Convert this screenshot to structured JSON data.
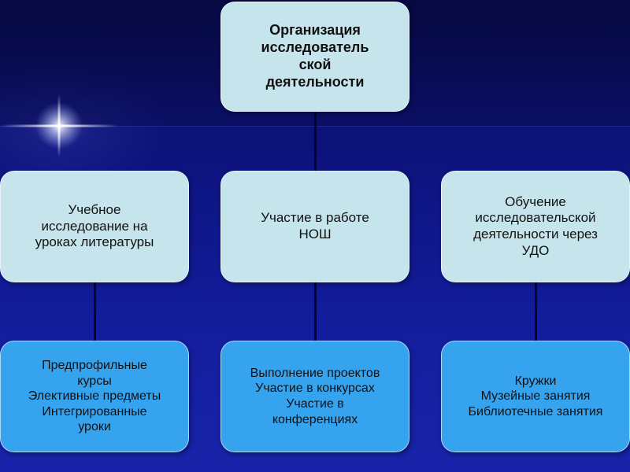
{
  "title_box": {
    "text": "Организация\nисследователь\nской\nдеятельности"
  },
  "level2": [
    {
      "text": "Учебное\nисследование на\nуроках литературы"
    },
    {
      "text": "Участие в работе\nНОШ"
    },
    {
      "text": "Обучение\nисследовательской\nдеятельности через\nУДО"
    }
  ],
  "level3": [
    {
      "text": "Предпрофильные\nкурсы\nЭлективные предметы\nИнтегрированные\nуроки"
    },
    {
      "text": "Выполнение проектов\nУчастие в конкурсах\nУчастие в\nконференциях"
    },
    {
      "text": "Кружки\nМузейные занятия\nБиблиотечные занятия"
    }
  ],
  "colors": {
    "background": "#0d1380",
    "pale_box": "#c6e4ec",
    "bright_box": "#36a3ee",
    "connector": "#03052a"
  }
}
